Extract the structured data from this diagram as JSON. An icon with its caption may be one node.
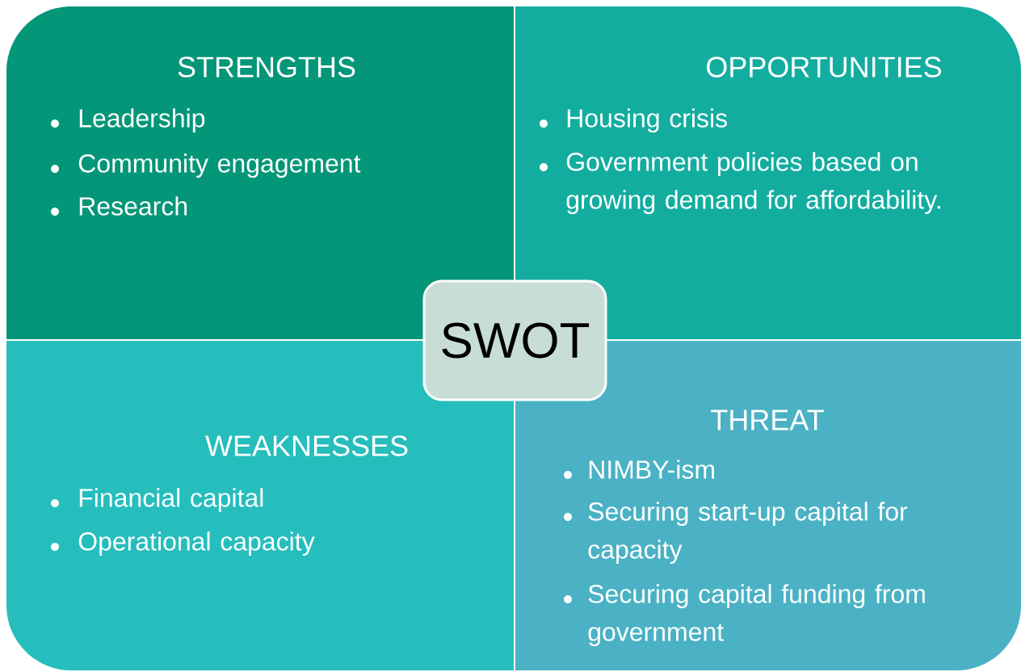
{
  "diagram": {
    "nodes": [
      {
        "text": [
          "STRENGTHS",
          "Leadership",
          "Community engagement",
          "Research"
        ]
      },
      {
        "text": [
          "OPPORTUNITIES",
          "Housing crisis",
          "Government policies based on growing demand for affordability."
        ]
      },
      {
        "text": [
          "WEAKNESSES",
          "Financial capital",
          "Operational capacity"
        ]
      },
      {
        "text": [
          "THREAT",
          "NIMBY-ism",
          "Securing start-up capital for capacity",
          "Securing capital funding from government"
        ]
      },
      {
        "text": [
          "SWOT"
        ]
      }
    ]
  }
}
